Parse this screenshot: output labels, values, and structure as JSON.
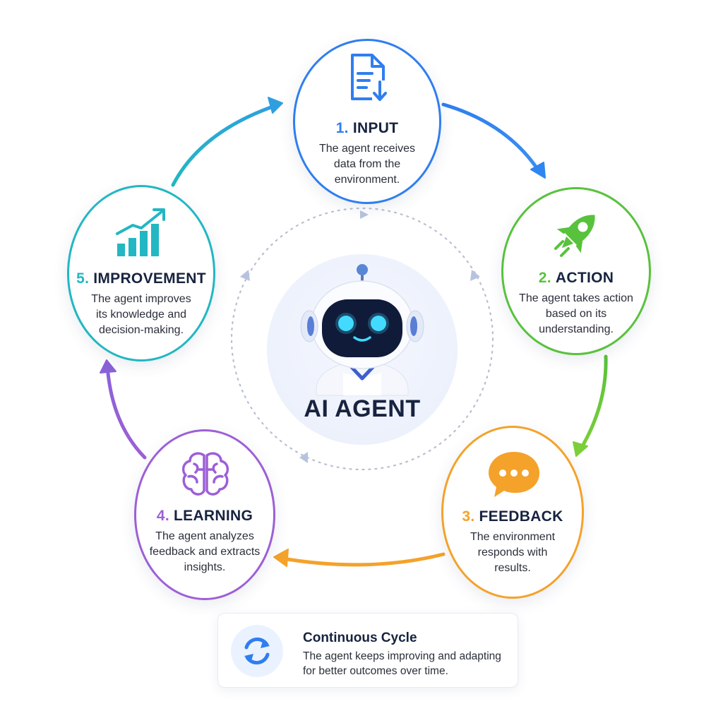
{
  "center": {
    "title": "AI AGENT"
  },
  "nodes": [
    {
      "number": "1.",
      "title": "INPUT",
      "description": "The agent receives data from the environment.",
      "color": "#2f7ef0",
      "icon": "document-download-icon"
    },
    {
      "number": "2.",
      "title": "ACTION",
      "description": "The agent takes action based on its understanding.",
      "color": "#58c23c",
      "icon": "rocket-icon"
    },
    {
      "number": "3.",
      "title": "FEEDBACK",
      "description": "The environment responds with results.",
      "color": "#f4a22a",
      "icon": "chat-bubble-icon"
    },
    {
      "number": "4.",
      "title": "LEARNING",
      "description": "The agent analyzes feedback and extracts insights.",
      "color": "#9d5fd6",
      "icon": "brain-icon"
    },
    {
      "number": "5.",
      "title": "IMPROVEMENT",
      "description": "The agent improves its knowledge and decision-making.",
      "color": "#22b7c2",
      "icon": "growth-chart-icon"
    }
  ],
  "footer": {
    "title": "Continuous Cycle",
    "description": "The agent keeps improving and adapting for better outcomes over time.",
    "icon": "refresh-cycle-icon"
  },
  "colors": {
    "title_text": "#17233f",
    "body_text": "#2a2f3a",
    "accent_blue": "#2f7ef0"
  }
}
